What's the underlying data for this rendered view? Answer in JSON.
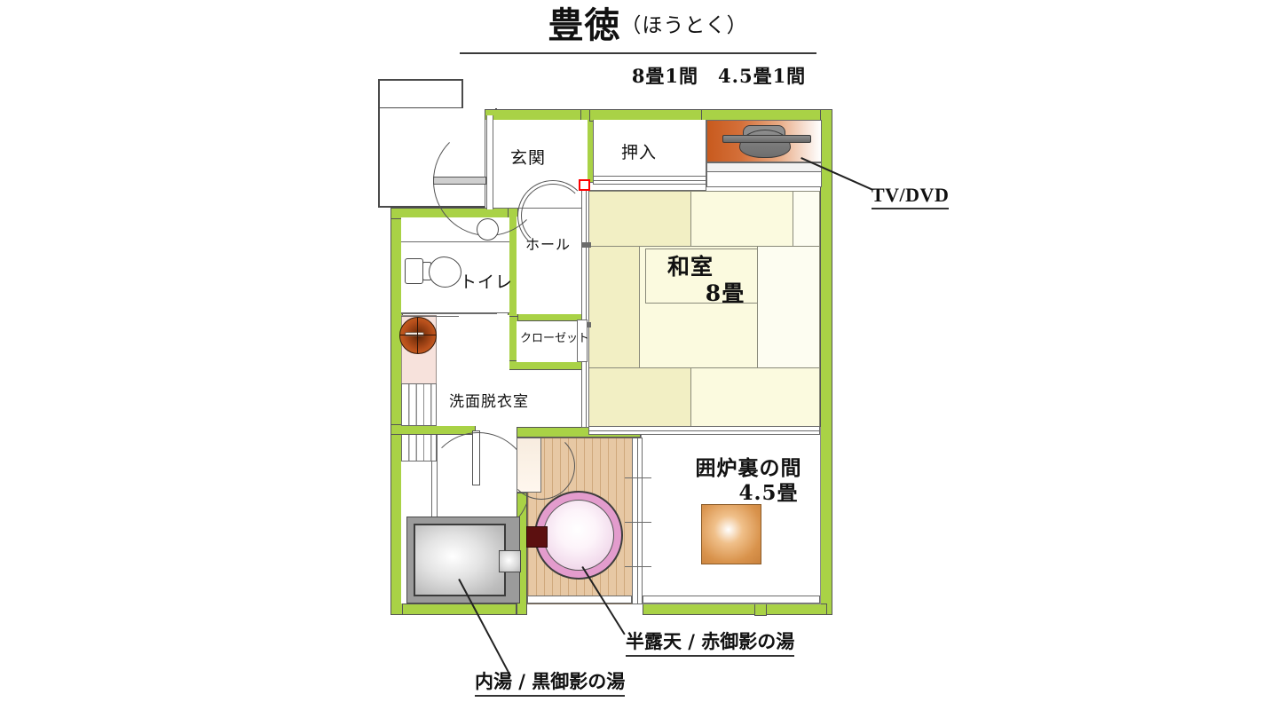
{
  "header": {
    "title_main": "豊徳",
    "title_kana": "（ほうとく）",
    "subtitle": "8畳1間　4.5畳1間"
  },
  "rooms": [
    {
      "id": "genkan",
      "label": "玄関"
    },
    {
      "id": "oshiire",
      "label": "押入"
    },
    {
      "id": "hall",
      "label": "ホール"
    },
    {
      "id": "toilet",
      "label": "トイレ"
    },
    {
      "id": "closet",
      "label": "クローゼット"
    },
    {
      "id": "washroom",
      "label": "洗面脱衣室"
    },
    {
      "id": "washitsu_name",
      "label": "和室"
    },
    {
      "id": "washitsu_size",
      "label": "8畳"
    },
    {
      "id": "irori_name",
      "label": "囲炉裏の間"
    },
    {
      "id": "irori_size",
      "label": "4.5畳"
    }
  ],
  "labels": {
    "genkan": "玄関",
    "oshiire": "押入",
    "hall": "ホール",
    "toilet": "トイレ",
    "closet": "クローゼット",
    "washroom": "洗面脱衣室",
    "washitsu_name": "和室",
    "washitsu_size": "8畳",
    "irori_name": "囲炉裏の間",
    "irori_size": "4.5畳"
  },
  "callouts": {
    "tv_dvd": "TV/DVD",
    "hanrotenburo": "半露天 / 赤御影の湯",
    "uchiyu": "内湯 / 黒御影の湯"
  },
  "colors": {
    "wall_green": "#a9d246",
    "tatami_dark": "#f2efc4",
    "tatami_light": "#fbfadf",
    "bath_pink": "#e39ccd",
    "hearth_orange": "#d9934c",
    "tokonoma_wood": "#c85a1e",
    "deck_wood": "#e7c8a4",
    "outline_grey": "#6b6b6b",
    "marker_red": "#ff0000",
    "red_block": "#5c1010"
  }
}
